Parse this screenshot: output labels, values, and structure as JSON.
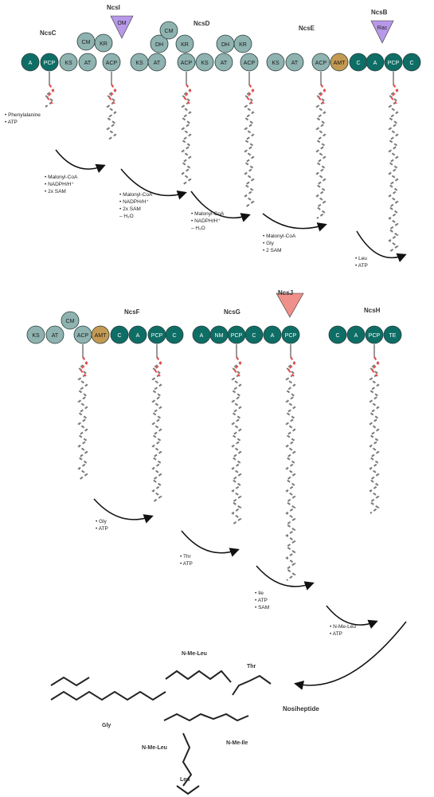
{
  "colors": {
    "domain_teal": "#0e6e66",
    "domain_grey": "#8fb3b0",
    "amt_tan": "#c49a52",
    "tailoring_purple": "#b898e8",
    "tailoring_salmon": "#f0908a",
    "chain_red": "#f04a4a",
    "chain_grey": "#7a7a7a",
    "arrow": "#111111"
  },
  "modules": [
    {
      "name": "NcsC",
      "domains": [
        "A",
        "PCP",
        "KS",
        "AT",
        "CM",
        "KR",
        "ACP"
      ]
    },
    {
      "name": "NcsD",
      "domains": [
        "KS",
        "AT",
        "DH",
        "CM",
        "KR",
        "ACP",
        "KS",
        "AT",
        "DH",
        "KR",
        "ACP"
      ]
    },
    {
      "name": "NcsE",
      "domains": [
        "KS",
        "AT",
        "ACP",
        "AMT",
        "C",
        "A",
        "PCP",
        "C"
      ]
    },
    {
      "name": "NcsF",
      "domains": [
        "KS",
        "AT",
        "CM",
        "ACP",
        "AMT",
        "C",
        "A",
        "PCP",
        "C"
      ]
    },
    {
      "name": "NcsG",
      "domains": [
        "A",
        "NM",
        "PCP",
        "C",
        "A",
        "PCP"
      ]
    },
    {
      "name": "NcsH",
      "domains": [
        "C",
        "A",
        "PCP",
        "TE"
      ]
    }
  ],
  "tailoring": [
    {
      "name": "NcsI",
      "badge": "OM"
    },
    {
      "name": "NcsB",
      "badge": "Rac"
    },
    {
      "name": "NcsJ",
      "badge": ""
    }
  ],
  "steps": [
    {
      "lines": [
        "• Phenylalanine",
        "• ATP"
      ]
    },
    {
      "lines": [
        "• Malonyl-CoA",
        "• NADPH/H⁺",
        "• 2x SAM"
      ]
    },
    {
      "lines": [
        "• Malonyl-CoA",
        "• NADPH/H⁺",
        "• 2x SAM",
        "– H₂O"
      ]
    },
    {
      "lines": [
        "• Malonyl-CoA",
        "• NADPH/H⁺",
        "– H₂O"
      ]
    },
    {
      "lines": [
        "• Malonyl-CoA",
        "• Gly",
        "• 2 SAM"
      ]
    },
    {
      "lines": [
        "• Gly",
        "• ATP"
      ]
    },
    {
      "lines": [
        "• Thr",
        "• ATP"
      ]
    },
    {
      "lines": [
        "• Ile",
        "• ATP",
        "• SAM"
      ]
    },
    {
      "lines": [
        "• N-Me-Leu",
        "• ATP"
      ]
    },
    {
      "lines": [
        "• Leu",
        "• ATP"
      ]
    }
  ],
  "product": {
    "name": "Nosiheptide",
    "fragments": [
      "N-Me-Leu",
      "Thr",
      "N-Me-Ile",
      "Gly",
      "N-Me-Leu",
      "Leu"
    ]
  }
}
